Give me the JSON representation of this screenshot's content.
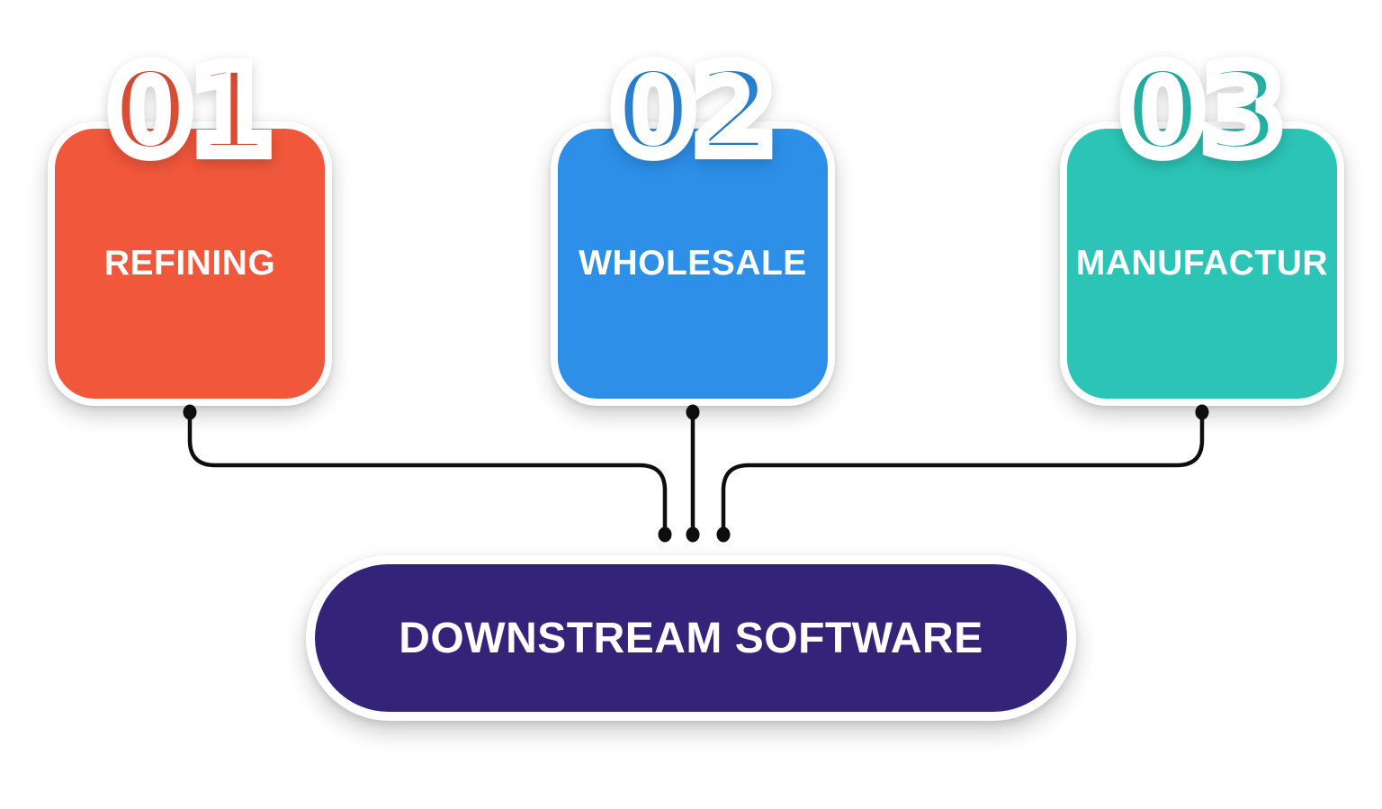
{
  "canvas": {
    "background_color": "#ffffff"
  },
  "steps": [
    {
      "number": "01",
      "label": "REFINING",
      "color": "#f1573b"
    },
    {
      "number": "02",
      "label": "WHOLESALE",
      "color": "#2d8fe8"
    },
    {
      "number": "03",
      "label": "MANUFACTUR",
      "color": "#2bc4b6"
    }
  ],
  "footer": {
    "label": "DOWNSTREAM SOFTWARE",
    "color": "#332379"
  },
  "connectors": {
    "color": "#0e0e0e",
    "style": "rounded-elbow-lines-with-dot-terminals"
  }
}
